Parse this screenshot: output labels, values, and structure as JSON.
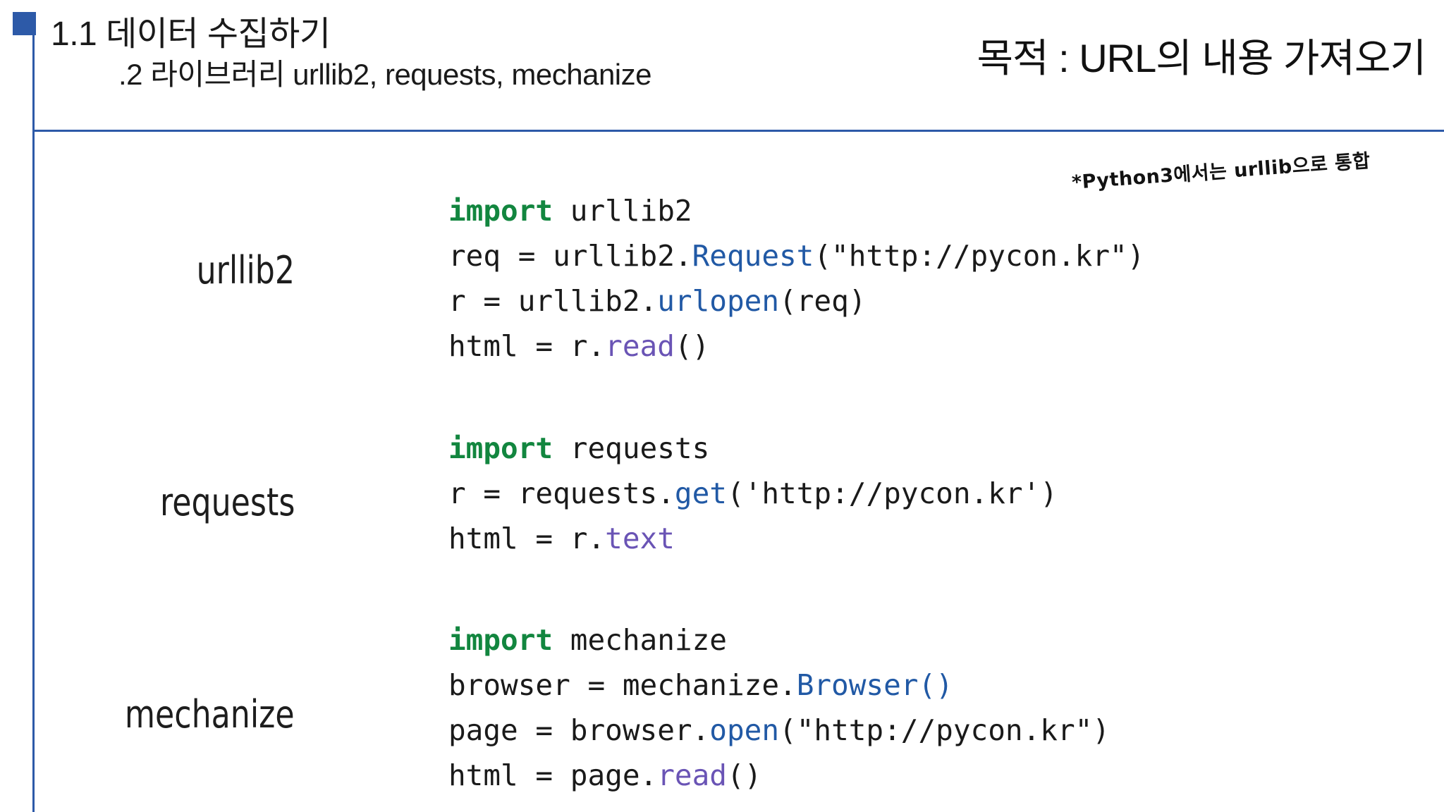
{
  "slide": {
    "header": {
      "title_main": "1.1 데이터 수집하기",
      "title_sub": ".2 라이브러리 urllib2, requests, mechanize",
      "title_goal": "목적 : URL의 내용 가져오기",
      "accent_color": "#2D5AA8"
    },
    "annotation": {
      "handwritten_note": "*Python3에서는 urllib으로 통합"
    },
    "syntax_colors": {
      "keyword": "#12863F",
      "function_blue": "#2159A5",
      "attribute_purple": "#6A54B5",
      "plain": "#1a1a1a"
    },
    "sections": [
      {
        "label": "urllib2",
        "code_lines": [
          [
            {
              "t": "import",
              "c": "kw"
            },
            {
              "t": " urllib2",
              "c": "plain"
            }
          ],
          [
            {
              "t": "req = urllib2.",
              "c": "plain"
            },
            {
              "t": "Request",
              "c": "blue"
            },
            {
              "t": "(\"http://pycon.kr\")",
              "c": "plain"
            }
          ],
          [
            {
              "t": "r = urllib2.",
              "c": "plain"
            },
            {
              "t": "urlopen",
              "c": "blue"
            },
            {
              "t": "(req)",
              "c": "plain"
            }
          ],
          [
            {
              "t": "html = r.",
              "c": "plain"
            },
            {
              "t": "read",
              "c": "purple"
            },
            {
              "t": "()",
              "c": "plain"
            }
          ]
        ]
      },
      {
        "label": "requests",
        "code_lines": [
          [
            {
              "t": "import",
              "c": "kw"
            },
            {
              "t": " requests",
              "c": "plain"
            }
          ],
          [
            {
              "t": "r = requests.",
              "c": "plain"
            },
            {
              "t": "get",
              "c": "blue"
            },
            {
              "t": "('http://pycon.kr')",
              "c": "plain"
            }
          ],
          [
            {
              "t": "html = r.",
              "c": "plain"
            },
            {
              "t": "text",
              "c": "purple"
            }
          ]
        ]
      },
      {
        "label": "mechanize",
        "code_lines": [
          [
            {
              "t": "import",
              "c": "kw"
            },
            {
              "t": " mechanize",
              "c": "plain"
            }
          ],
          [
            {
              "t": "browser = mechanize.",
              "c": "plain"
            },
            {
              "t": "Browser()",
              "c": "blue"
            }
          ],
          [
            {
              "t": "page = browser.",
              "c": "plain"
            },
            {
              "t": "open",
              "c": "blue"
            },
            {
              "t": "(\"http://pycon.kr\")",
              "c": "plain"
            }
          ],
          [
            {
              "t": "html = page.",
              "c": "plain"
            },
            {
              "t": "read",
              "c": "purple"
            },
            {
              "t": "()",
              "c": "plain"
            }
          ]
        ]
      }
    ]
  }
}
